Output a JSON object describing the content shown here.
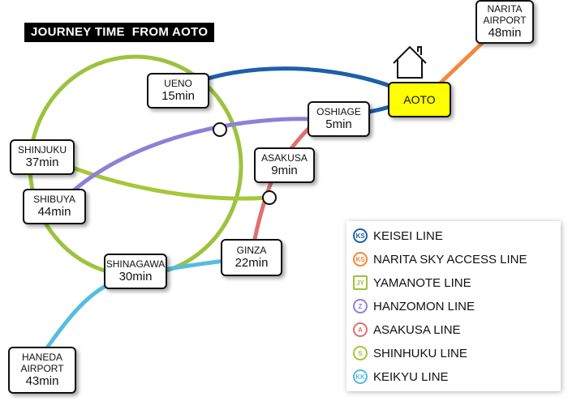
{
  "title": "JOURNEY TIME  FROM AOTO",
  "stations": {
    "aoto": {
      "name": "AOTO"
    },
    "narita": {
      "name_line1": "NARITA",
      "name_line2": "AIRPORT",
      "time": "48min"
    },
    "ueno": {
      "name": "UENO",
      "time": "15min"
    },
    "oshiage": {
      "name": "OSHIAGE",
      "time": "5min"
    },
    "asakusa": {
      "name": "ASAKUSA",
      "time": "9min"
    },
    "shinjuku": {
      "name": "SHINJUKU",
      "time": "37min"
    },
    "shibuya": {
      "name": "SHIBUYA",
      "time": "44min"
    },
    "ginza": {
      "name": "GINZA",
      "time": "22min"
    },
    "shinagawa": {
      "name": "SHINAGAWA",
      "time": "30min"
    },
    "haneda": {
      "name_line1": "HANEDA",
      "name_line2": "AIRPORT",
      "time": "43min"
    }
  },
  "legend": [
    {
      "code": "KS",
      "label": "KEISEI LINE",
      "color": "#1f5fa8",
      "shape": "circle"
    },
    {
      "code": "KS",
      "label": "NARITA SKY ACCESS LINE",
      "color": "#f08a3c",
      "shape": "circle"
    },
    {
      "code": "JY",
      "label": "YAMANOTE LINE",
      "color": "#9cc33d",
      "shape": "square"
    },
    {
      "code": "Z",
      "label": "HANZOMON LINE",
      "color": "#8f7fd6",
      "shape": "circle"
    },
    {
      "code": "A",
      "label": "ASAKUSA LINE",
      "color": "#e06f6f",
      "shape": "circle"
    },
    {
      "code": "S",
      "label": "SHINHUKU LINE",
      "color": "#a5c739",
      "shape": "circle"
    },
    {
      "code": "KK",
      "label": "KEIKYU LINE",
      "color": "#55bde0",
      "shape": "circle"
    }
  ],
  "colors": {
    "keisei": "#1f5fa8",
    "narita_sky_access": "#f08a3c",
    "yamanote": "#9cc33d",
    "hanzomon": "#8f7fd6",
    "asakusa": "#e06f6f",
    "shinjuku_line": "#a5c739",
    "keikyu": "#55bde0",
    "aoto_highlight": "#ffff00"
  },
  "icons": {
    "home": "house-icon"
  }
}
